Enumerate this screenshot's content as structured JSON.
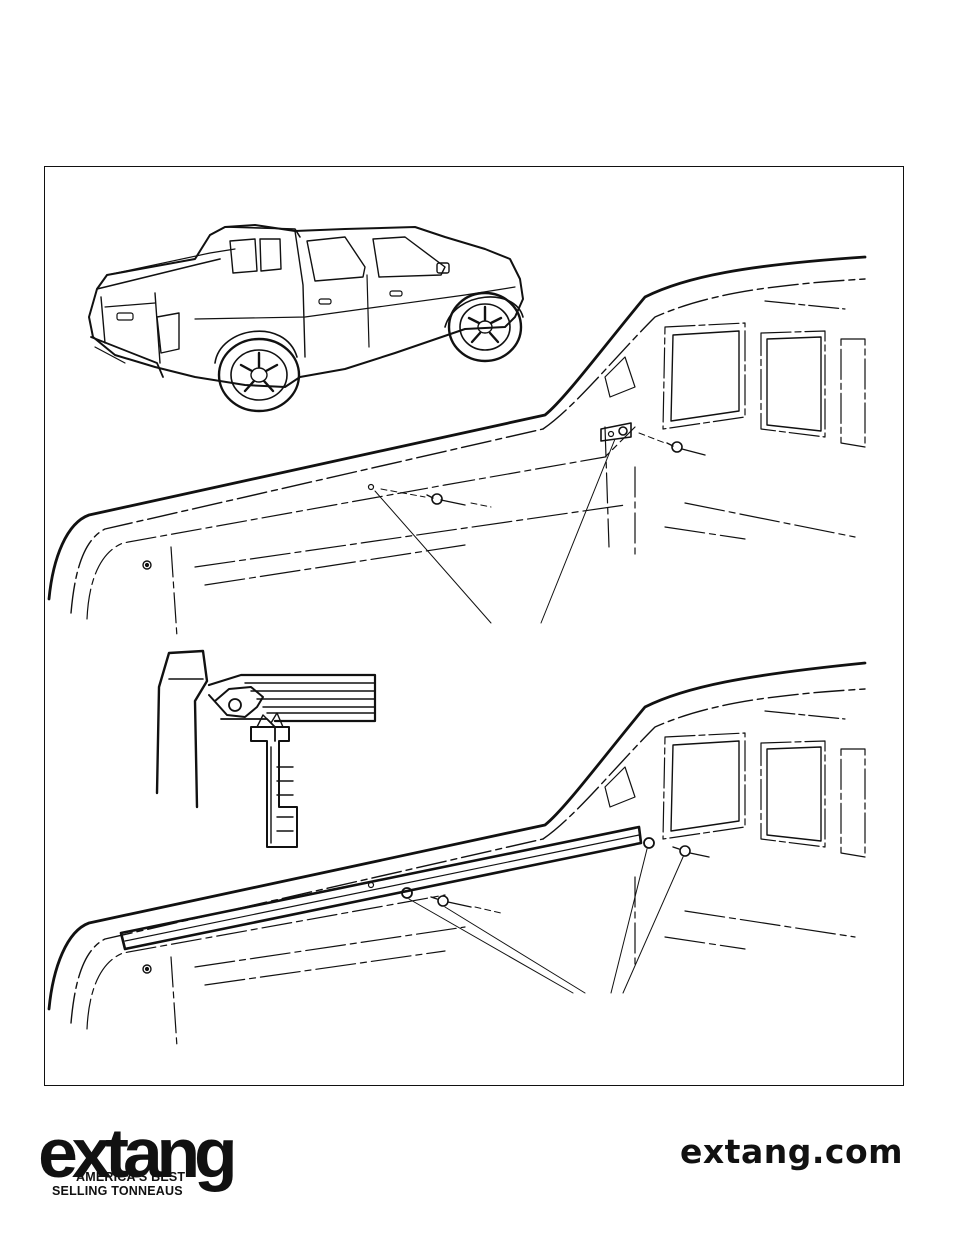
{
  "document": {
    "type": "installation-illustration",
    "figures": [
      "truck-overview",
      "bed-rail-before",
      "rail-cross-section",
      "bed-rail-installed"
    ]
  },
  "footer": {
    "logo_word": "extang",
    "tagline_line1": "AMERICA'S BEST",
    "tagline_line2": "SELLING TONNEAUS",
    "website": "extang.com"
  },
  "colors": {
    "ink": "#111111",
    "paper": "#ffffff"
  }
}
